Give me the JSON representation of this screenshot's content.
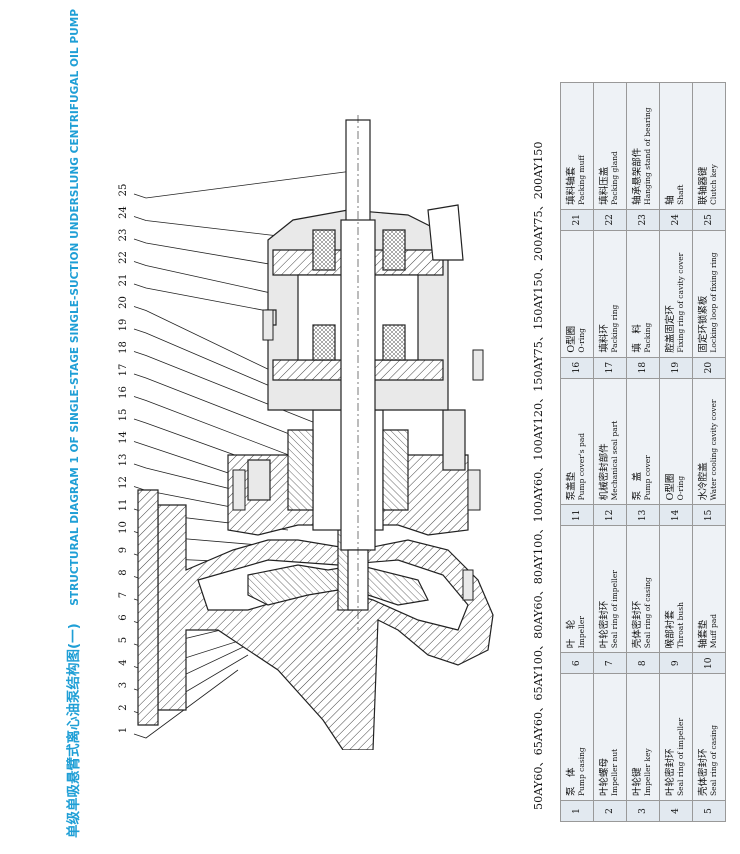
{
  "title": {
    "cn": "单级单吸悬臂式离心油泵结构图(一)",
    "en": "STRUCTURAL DIAGRAM 1 OF SINGLE-STAGE SINGLE-SUCTION UNDERSLUNG CENTRIFUGAL OIL PUMP"
  },
  "models": "50AY60、65AY60、65AY100、80AY60、80AY100、100AY60、100AY120、150AY75、150AY150、200AY75、200AY150",
  "callouts": [
    "1",
    "2",
    "3",
    "4",
    "5",
    "6",
    "7",
    "8",
    "9",
    "10",
    "11",
    "12",
    "13",
    "14",
    "15",
    "16",
    "17",
    "18",
    "19",
    "20",
    "21",
    "22",
    "23",
    "24",
    "25"
  ],
  "parts": [
    {
      "no": "1",
      "cn": "泵　体",
      "en": "Pump casing"
    },
    {
      "no": "2",
      "cn": "叶轮螺母",
      "en": "Impeller nut"
    },
    {
      "no": "3",
      "cn": "叶轮键",
      "en": "Impeller key"
    },
    {
      "no": "4",
      "cn": "叶轮密封环",
      "en": "Seal ring of impeller"
    },
    {
      "no": "5",
      "cn": "壳体密封环",
      "en": "Seal ring of casing"
    },
    {
      "no": "6",
      "cn": "叶　轮",
      "en": "Impeller"
    },
    {
      "no": "7",
      "cn": "叶轮密封环",
      "en": "Seal ring of impeller"
    },
    {
      "no": "8",
      "cn": "壳体密封环",
      "en": "Seal ring of casing"
    },
    {
      "no": "9",
      "cn": "喉部衬套",
      "en": "Throat bush"
    },
    {
      "no": "10",
      "cn": "轴套垫",
      "en": "Muff pad"
    },
    {
      "no": "11",
      "cn": "泵盖垫",
      "en": "Pump cover's pad"
    },
    {
      "no": "12",
      "cn": "机械密封部件",
      "en": "Mechanical seal part"
    },
    {
      "no": "13",
      "cn": "泵　盖",
      "en": "Pump cover"
    },
    {
      "no": "14",
      "cn": "O型圈",
      "en": "O-ring"
    },
    {
      "no": "15",
      "cn": "水冷腔盖",
      "en": "Water cooling cavity cover"
    },
    {
      "no": "16",
      "cn": "O型圈",
      "en": "O-ring"
    },
    {
      "no": "17",
      "cn": "填料环",
      "en": "Packing ring"
    },
    {
      "no": "18",
      "cn": "填　料",
      "en": "Packing"
    },
    {
      "no": "19",
      "cn": "腔盖固定环",
      "en": "Fixing ring of cavity cover"
    },
    {
      "no": "20",
      "cn": "固定环锁紧板",
      "en": "Locking loop of fixing ring"
    },
    {
      "no": "21",
      "cn": "填料轴套",
      "en": "Packing muff"
    },
    {
      "no": "22",
      "cn": "填料压盖",
      "en": "Packing gland"
    },
    {
      "no": "23",
      "cn": "轴承悬架部件",
      "en": "Hanging stand of bearing"
    },
    {
      "no": "24",
      "cn": "轴",
      "en": "Shaft"
    },
    {
      "no": "25",
      "cn": "联轴器键",
      "en": "Clutch key"
    }
  ],
  "colors": {
    "title": "#1f9fd6",
    "line": "#222222",
    "hatch": "#444444",
    "fill": "#e9e9e9"
  }
}
